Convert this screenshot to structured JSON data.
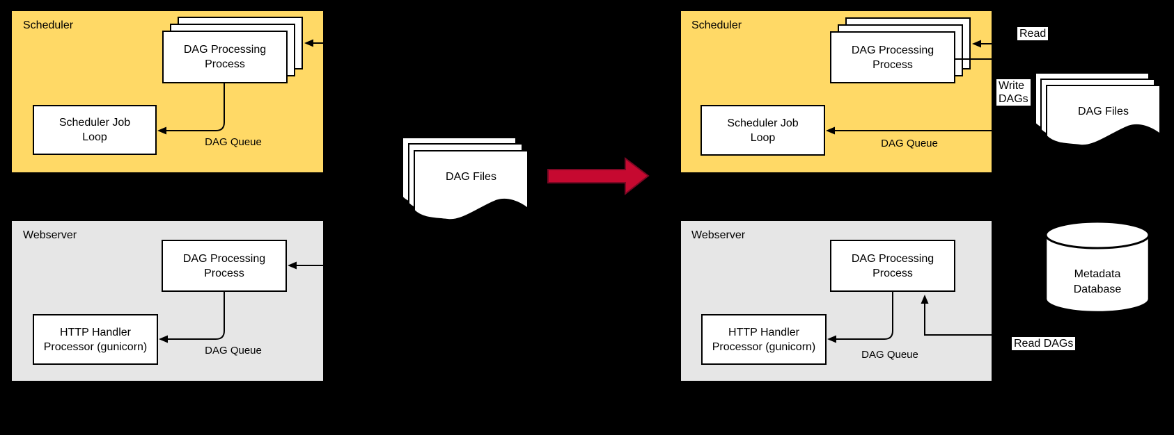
{
  "colors": {
    "scheduler_fill": "#FFD966",
    "webserver_fill": "#E6E6E6",
    "box_fill": "#FFFFFF",
    "stroke": "#000000",
    "red_arrow_fill": "#C60930",
    "red_arrow_stroke": "#7A0824",
    "label_bg": "#FFFFFF",
    "text": "#000000"
  },
  "icons": {
    "document_stack": "document-stack-icon (three stacked sheets with wavy bottom)",
    "database": "database-cylinder-icon",
    "red_arrow": "transform-arrow-icon (thick red arrow pointing right)",
    "connector_arrowhead": "black triangle arrowhead"
  },
  "before": {
    "scheduler": {
      "title": "Scheduler",
      "process": "DAG Processing\nProcess",
      "job_loop": "Scheduler Job\nLoop",
      "queue": "DAG Queue"
    },
    "webserver": {
      "title": "Webserver",
      "process": "DAG Processing\nProcess",
      "handler": "HTTP Handler\nProcessor (gunicorn)",
      "queue": "DAG Queue"
    }
  },
  "middle": {
    "dag_files": "DAG Files"
  },
  "after": {
    "scheduler": {
      "title": "Scheduler",
      "process": "DAG Processing\nProcess",
      "job_loop": "Scheduler Job\nLoop",
      "queue": "DAG Queue"
    },
    "webserver": {
      "title": "Webserver",
      "process": "DAG Processing\nProcess",
      "handler": "HTTP Handler\nProcessor (gunicorn)",
      "queue": "DAG Queue"
    },
    "flows": {
      "read": "Read",
      "write_dags": "Write\nDAGs",
      "dag_files": "DAG Files",
      "metadata_db": "Metadata\nDatabase",
      "read_dags": "Read DAGs"
    }
  }
}
